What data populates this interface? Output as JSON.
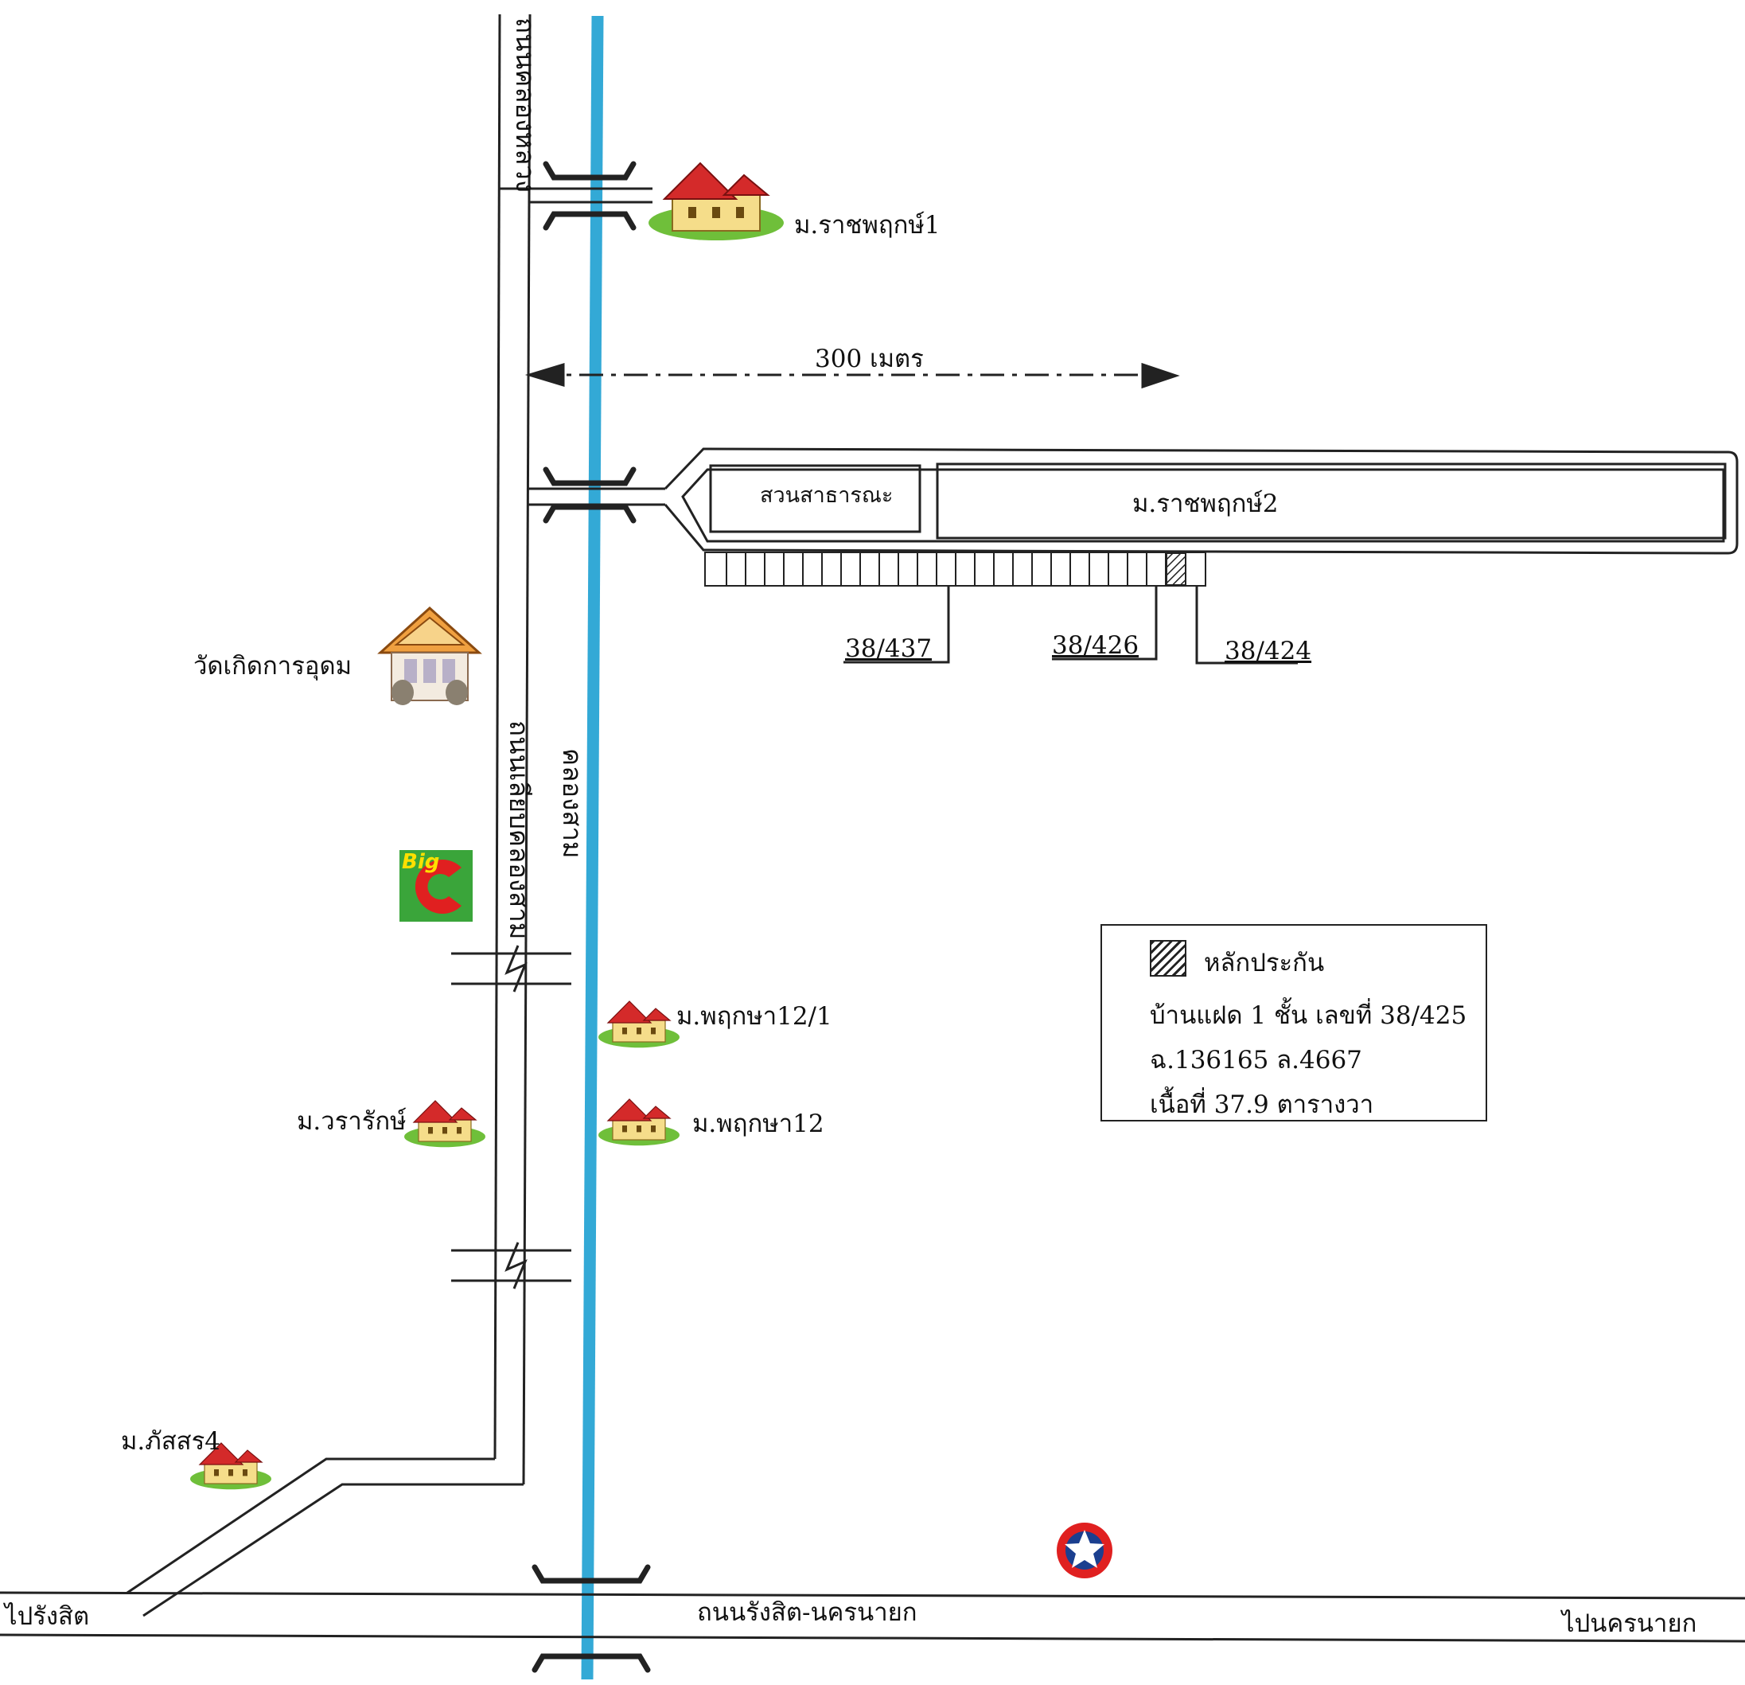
{
  "roads": {
    "khlong_luang_road": "ถนนคลองหลวง",
    "liap_khlong_sam_road": "ถนนเลียบคลองสาม",
    "rangsit_nakhonnayok_road": "ถนนรังสิต-นครนายก",
    "to_rangsit": "ไปรังสิต",
    "to_nakhonnayok": "ไปนครนายก"
  },
  "canal": {
    "label": "คลองสาม",
    "color": "#33a9d6"
  },
  "distance": {
    "label": "300 เมตร"
  },
  "villages": {
    "ratchaphruek1": "ม.ราชพฤกษ์1",
    "ratchaphruek2": "ม.ราชพฤกษ์2",
    "park": "สวนสาธารณะ",
    "phruksa12_1": "ม.พฤกษา12/1",
    "phruksa12": "ม.พฤกษา12",
    "wararak": "ม.วรารักษ์",
    "phatsorn4": "ม.ภัสสร4"
  },
  "landmarks": {
    "temple": "วัดเกิดการอุดม",
    "bigc_text": "Big",
    "bigc_colors": {
      "bg": "#3aa53a",
      "c": "#e02020",
      "text": "#ffe000"
    },
    "caltex_colors": {
      "ring": "#e02020",
      "center": "#1b3f8f",
      "star": "#ffffff"
    }
  },
  "lots": {
    "lot_437": "38/437",
    "lot_426": "38/426",
    "lot_424": "38/424"
  },
  "legend": {
    "title": "หลักประกัน",
    "line1": "บ้านแฝด 1 ชั้น เลขที่ 38/425",
    "line2": "ฉ.136165   ล.4667",
    "line3": "เนื้อที่ 37.9 ตารางวา"
  }
}
